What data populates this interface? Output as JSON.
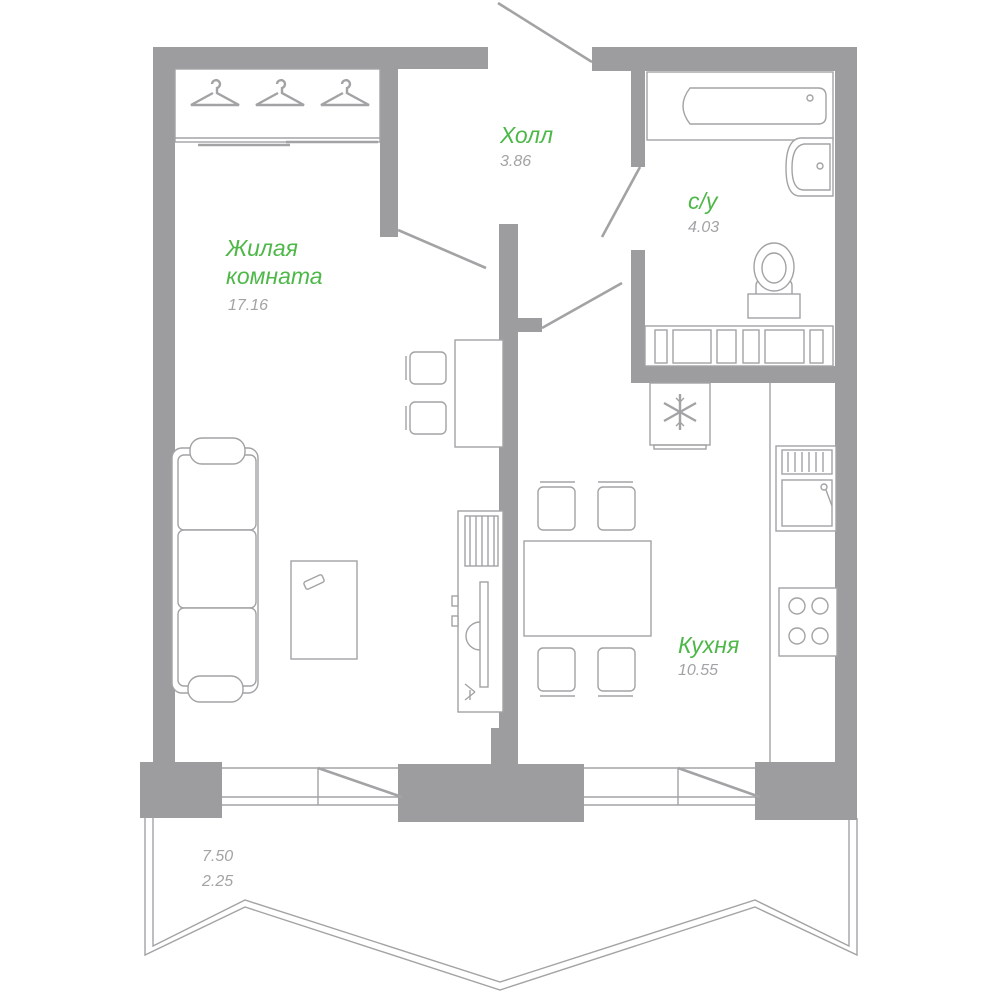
{
  "rooms": {
    "living": {
      "name_line1": "Жилая",
      "name_line2": "комната",
      "area": "17.16"
    },
    "hall": {
      "name": "Холл",
      "area": "3.86"
    },
    "bathroom": {
      "name": "с/у",
      "area": "4.03"
    },
    "kitchen": {
      "name": "Кухня",
      "area": "10.55"
    }
  },
  "balcony": {
    "area_line1": "7.50",
    "area_line2": "2.25"
  },
  "colors": {
    "walls": "#9d9d9f",
    "labels": "#4db848",
    "areas": "#a3a3a5"
  },
  "icons": [
    "hanger-icon",
    "snowflake-icon",
    "remote-icon",
    "tv-icon"
  ]
}
